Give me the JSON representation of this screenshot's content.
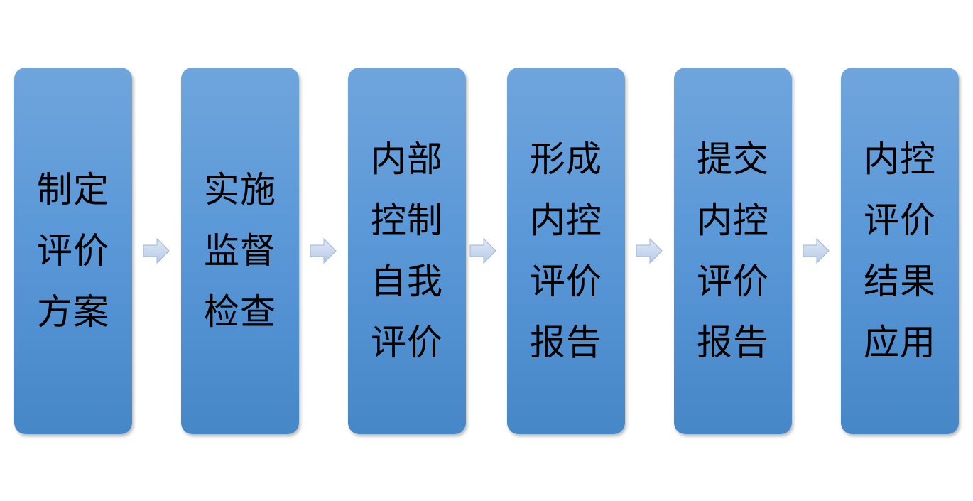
{
  "steps": [
    {
      "lines": [
        "制定",
        "评价",
        "方案"
      ]
    },
    {
      "lines": [
        "实施",
        "监督",
        "检查"
      ]
    },
    {
      "lines": [
        "内部",
        "控制",
        "自我",
        "评价"
      ]
    },
    {
      "lines": [
        "形成",
        "内控",
        "评价",
        "报告"
      ]
    },
    {
      "lines": [
        "提交",
        "内控",
        "评价",
        "报告"
      ]
    },
    {
      "lines": [
        "内控",
        "评价",
        "结果",
        "应用"
      ]
    }
  ],
  "colors": {
    "box_top": "#6fa5dc",
    "box_bottom": "#4687c8",
    "arrow": "#c8d8ee",
    "text": "#000000"
  },
  "icons": {
    "connector": "right-arrow-icon"
  }
}
